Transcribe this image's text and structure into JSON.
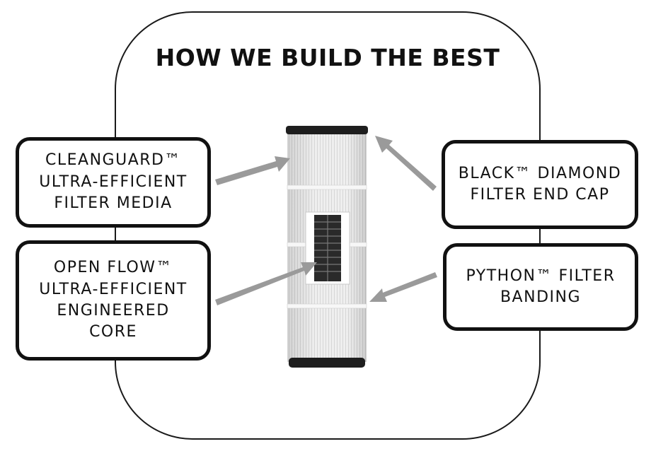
{
  "title": "HOW WE BUILD THE BEST",
  "callouts": [
    {
      "lines": [
        "CLEANGUARD™",
        "ULTRA-EFFICIENT",
        "FILTER MEDIA"
      ]
    },
    {
      "lines": [
        "OPEN FLOW™",
        "ULTRA-EFFICIENT",
        "ENGINEERED",
        "CORE"
      ]
    },
    {
      "lines": [
        "BLACK™ DIAMOND",
        "FILTER END CAP"
      ]
    },
    {
      "lines": [
        "PYTHON™ FILTER",
        "BANDING"
      ]
    }
  ],
  "colors": {
    "outline": "#111111",
    "arrow": "#9a9a9a",
    "filter_media": "#ececec",
    "end_cap": "#1e1e1e"
  }
}
